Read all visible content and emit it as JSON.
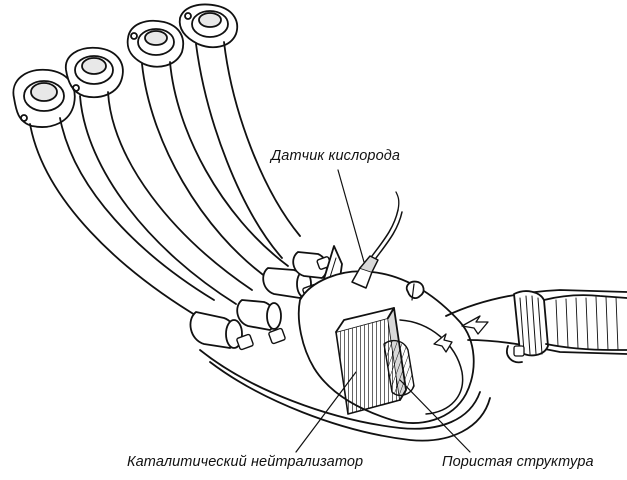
{
  "labels": {
    "oxygen_sensor": "Датчик кислорода",
    "catalytic_converter": "Каталитический нейтрализатор",
    "porous_structure": "Пористая структура"
  },
  "colors": {
    "ink": "#111111",
    "background": "#ffffff",
    "shade": "#d9d9d9"
  }
}
